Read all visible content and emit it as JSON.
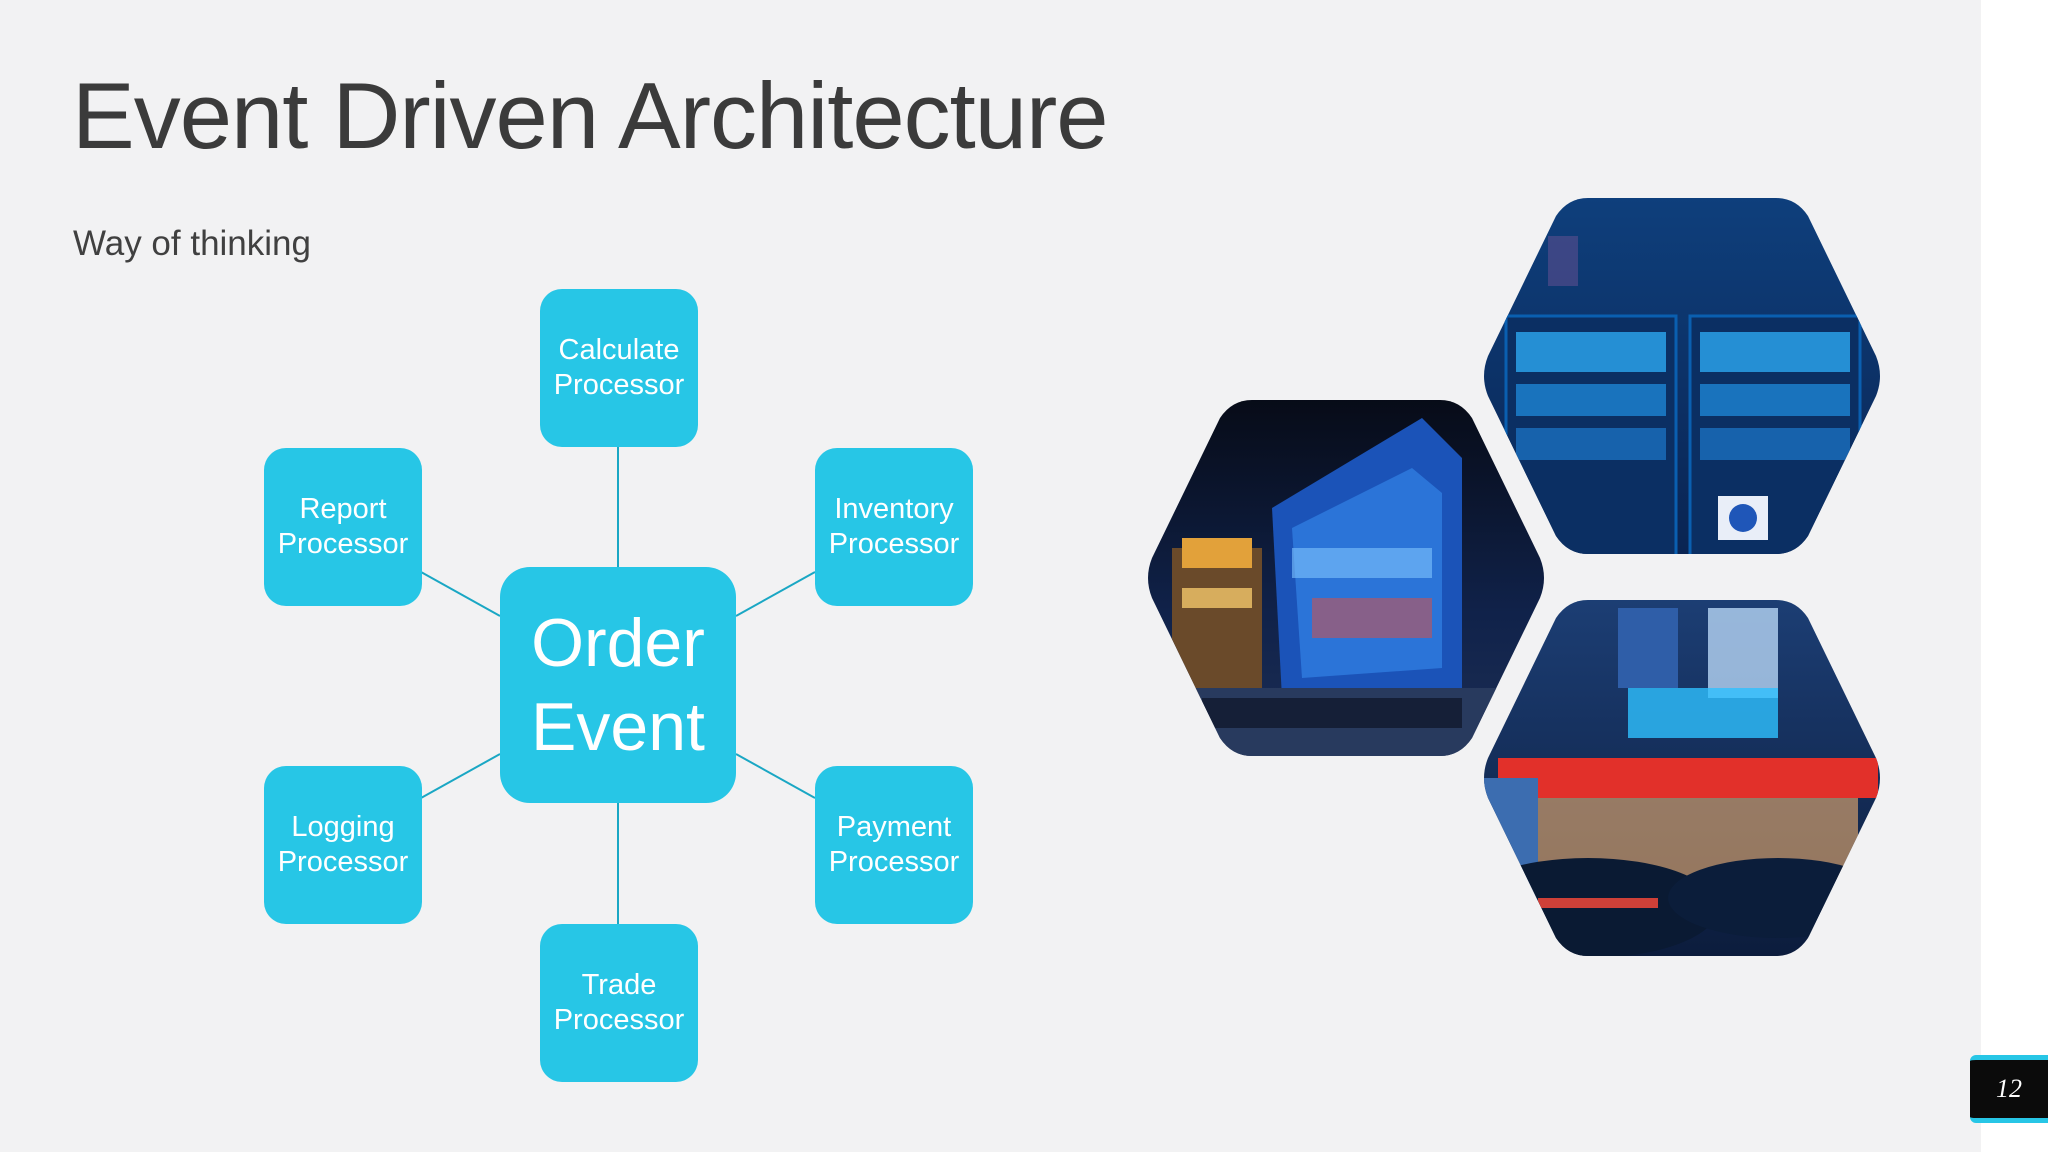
{
  "slide": {
    "title": "Event Driven Architecture",
    "subtitle": "Way of thinking",
    "page_number": "12"
  },
  "diagram": {
    "center": {
      "line1": "Order",
      "line2": "Event"
    },
    "nodes": [
      {
        "id": "calculate",
        "line1": "Calculate",
        "line2": "Processor"
      },
      {
        "id": "inventory",
        "line1": "Inventory",
        "line2": "Processor"
      },
      {
        "id": "payment",
        "line1": "Payment",
        "line2": "Processor"
      },
      {
        "id": "trade",
        "line1": "Trade",
        "line2": "Processor"
      },
      {
        "id": "logging",
        "line1": "Logging",
        "line2": "Processor"
      },
      {
        "id": "report",
        "line1": "Report",
        "line2": "Processor"
      }
    ]
  },
  "photos": [
    {
      "name": "vending-machines-photo"
    },
    {
      "name": "neon-building-crossing-photo"
    },
    {
      "name": "neon-street-taxis-photo"
    }
  ],
  "colors": {
    "node_fill": "#27c6e6",
    "connector": "#1aa7c4",
    "title_text": "#3b3b3b",
    "background": "#f2f2f3"
  }
}
